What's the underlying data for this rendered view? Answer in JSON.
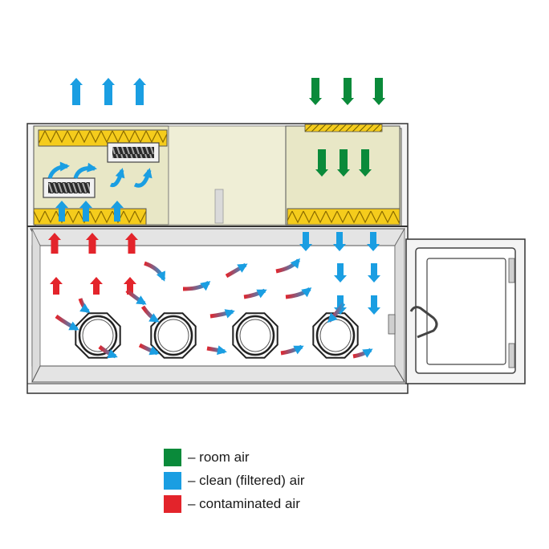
{
  "colors": {
    "room_air": "#0a8a3a",
    "clean_air": "#1a9ee2",
    "contaminated_air": "#e3242b",
    "hepa_filter": "#f5cc1c",
    "housing": "#ecebd0",
    "outline": "#333333"
  },
  "legend": [
    {
      "key": "room_air",
      "label": "– room air",
      "color": "#0a8a3a"
    },
    {
      "key": "clean_air",
      "label": "– clean (filtered) air",
      "color": "#1a9ee2"
    },
    {
      "key": "contaminated_air",
      "label": "– contaminated air",
      "color": "#e3242b"
    }
  ],
  "diagram": {
    "glove_ports": 4,
    "hepa_filters": 4,
    "fans": 2,
    "icons": [
      "hepa-filter-icon",
      "fan-icon",
      "glove-port-icon",
      "door-handle-icon",
      "hinge-icon"
    ]
  }
}
